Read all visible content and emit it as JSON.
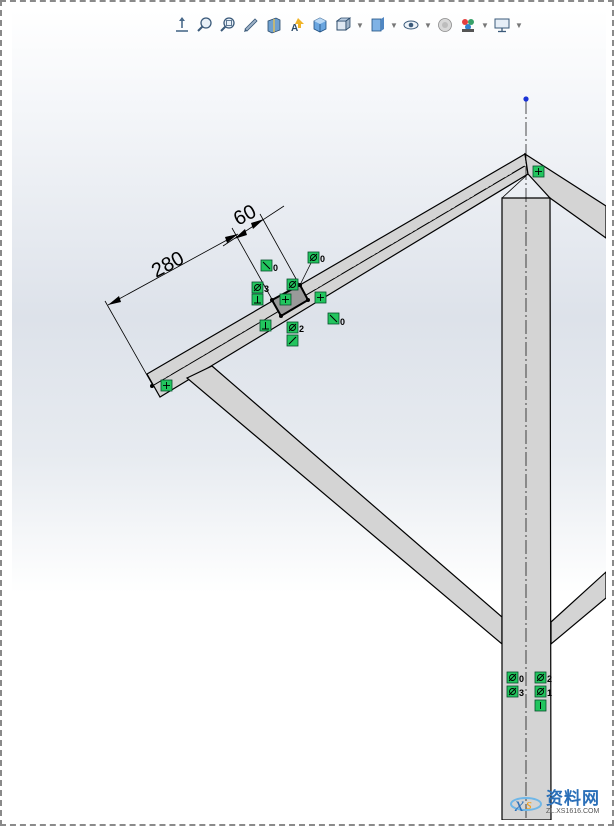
{
  "toolbar": {
    "icons": [
      "view-orientation-icon",
      "zoom-to-fit-icon",
      "zoom-to-area-icon",
      "previous-view-icon",
      "section-view-icon",
      "dynamic-annotation-icon",
      "view-orientation-cube-icon",
      "display-style-icon",
      "hide-show-items-icon",
      "edit-appearance-icon",
      "apply-scene-icon",
      "view-settings-icon"
    ]
  },
  "dimensions": {
    "length": "280",
    "width": "60"
  },
  "relations": {
    "top_left_a": "0",
    "top_left_b": "3",
    "top_right": "0",
    "below_center": "2",
    "right_side": "0",
    "col_left_a": "0",
    "col_left_b": "3",
    "col_right_a": "2",
    "col_right_b": "1"
  },
  "colors": {
    "member_fill": "#d4d4d4",
    "relation_green": "#22c55e",
    "origin_point": "#1a33d6",
    "line": "#000000"
  },
  "watermark": {
    "title": "资料网",
    "url": "ZL.XS1616.COM"
  }
}
